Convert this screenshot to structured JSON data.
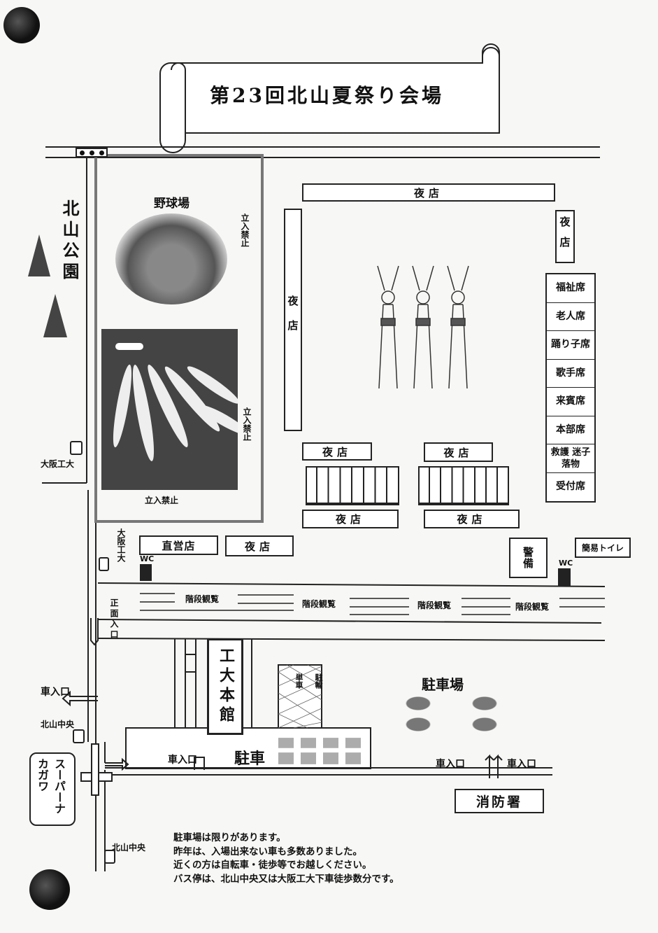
{
  "title": "第23回北山夏祭り会場",
  "park": "北山公園",
  "baseball": {
    "label": "野球場",
    "no_entry": "立入禁止"
  },
  "stalls": "夜店",
  "direct_shop": "直営店",
  "seats": [
    "福祉席",
    "老人席",
    "踊り子席",
    "歌手席",
    "来賓席",
    "本部席",
    "救護 迷子 落物",
    "受付席"
  ],
  "security": "警備",
  "simple_toilet": "簡易トイレ",
  "wc": "WC",
  "stands": [
    "階段観覧",
    "階段観覧",
    "階段観覧",
    "階段観覧"
  ],
  "bus_stops": {
    "osaka_kodai": "大阪工大",
    "kitayama_chuo": "北山中央"
  },
  "main_entrance": "正面入口",
  "car_entrance": "車入口",
  "main_building": "工大本館",
  "bike_parking": {
    "top": "駐輪",
    "bottom": "単車"
  },
  "parking_lot": "駐車場",
  "parking": "駐車",
  "supermarket": "スーパーナカガワ",
  "fire_station": "消防署",
  "notes": [
    "駐車場は限りがあります。",
    "昨年は、入場出来ない車も多数ありました。",
    "近くの方は自転車・徒歩等でお越しください。",
    "バス停は、北山中央又は大阪工大下車徒歩数分です。"
  ]
}
